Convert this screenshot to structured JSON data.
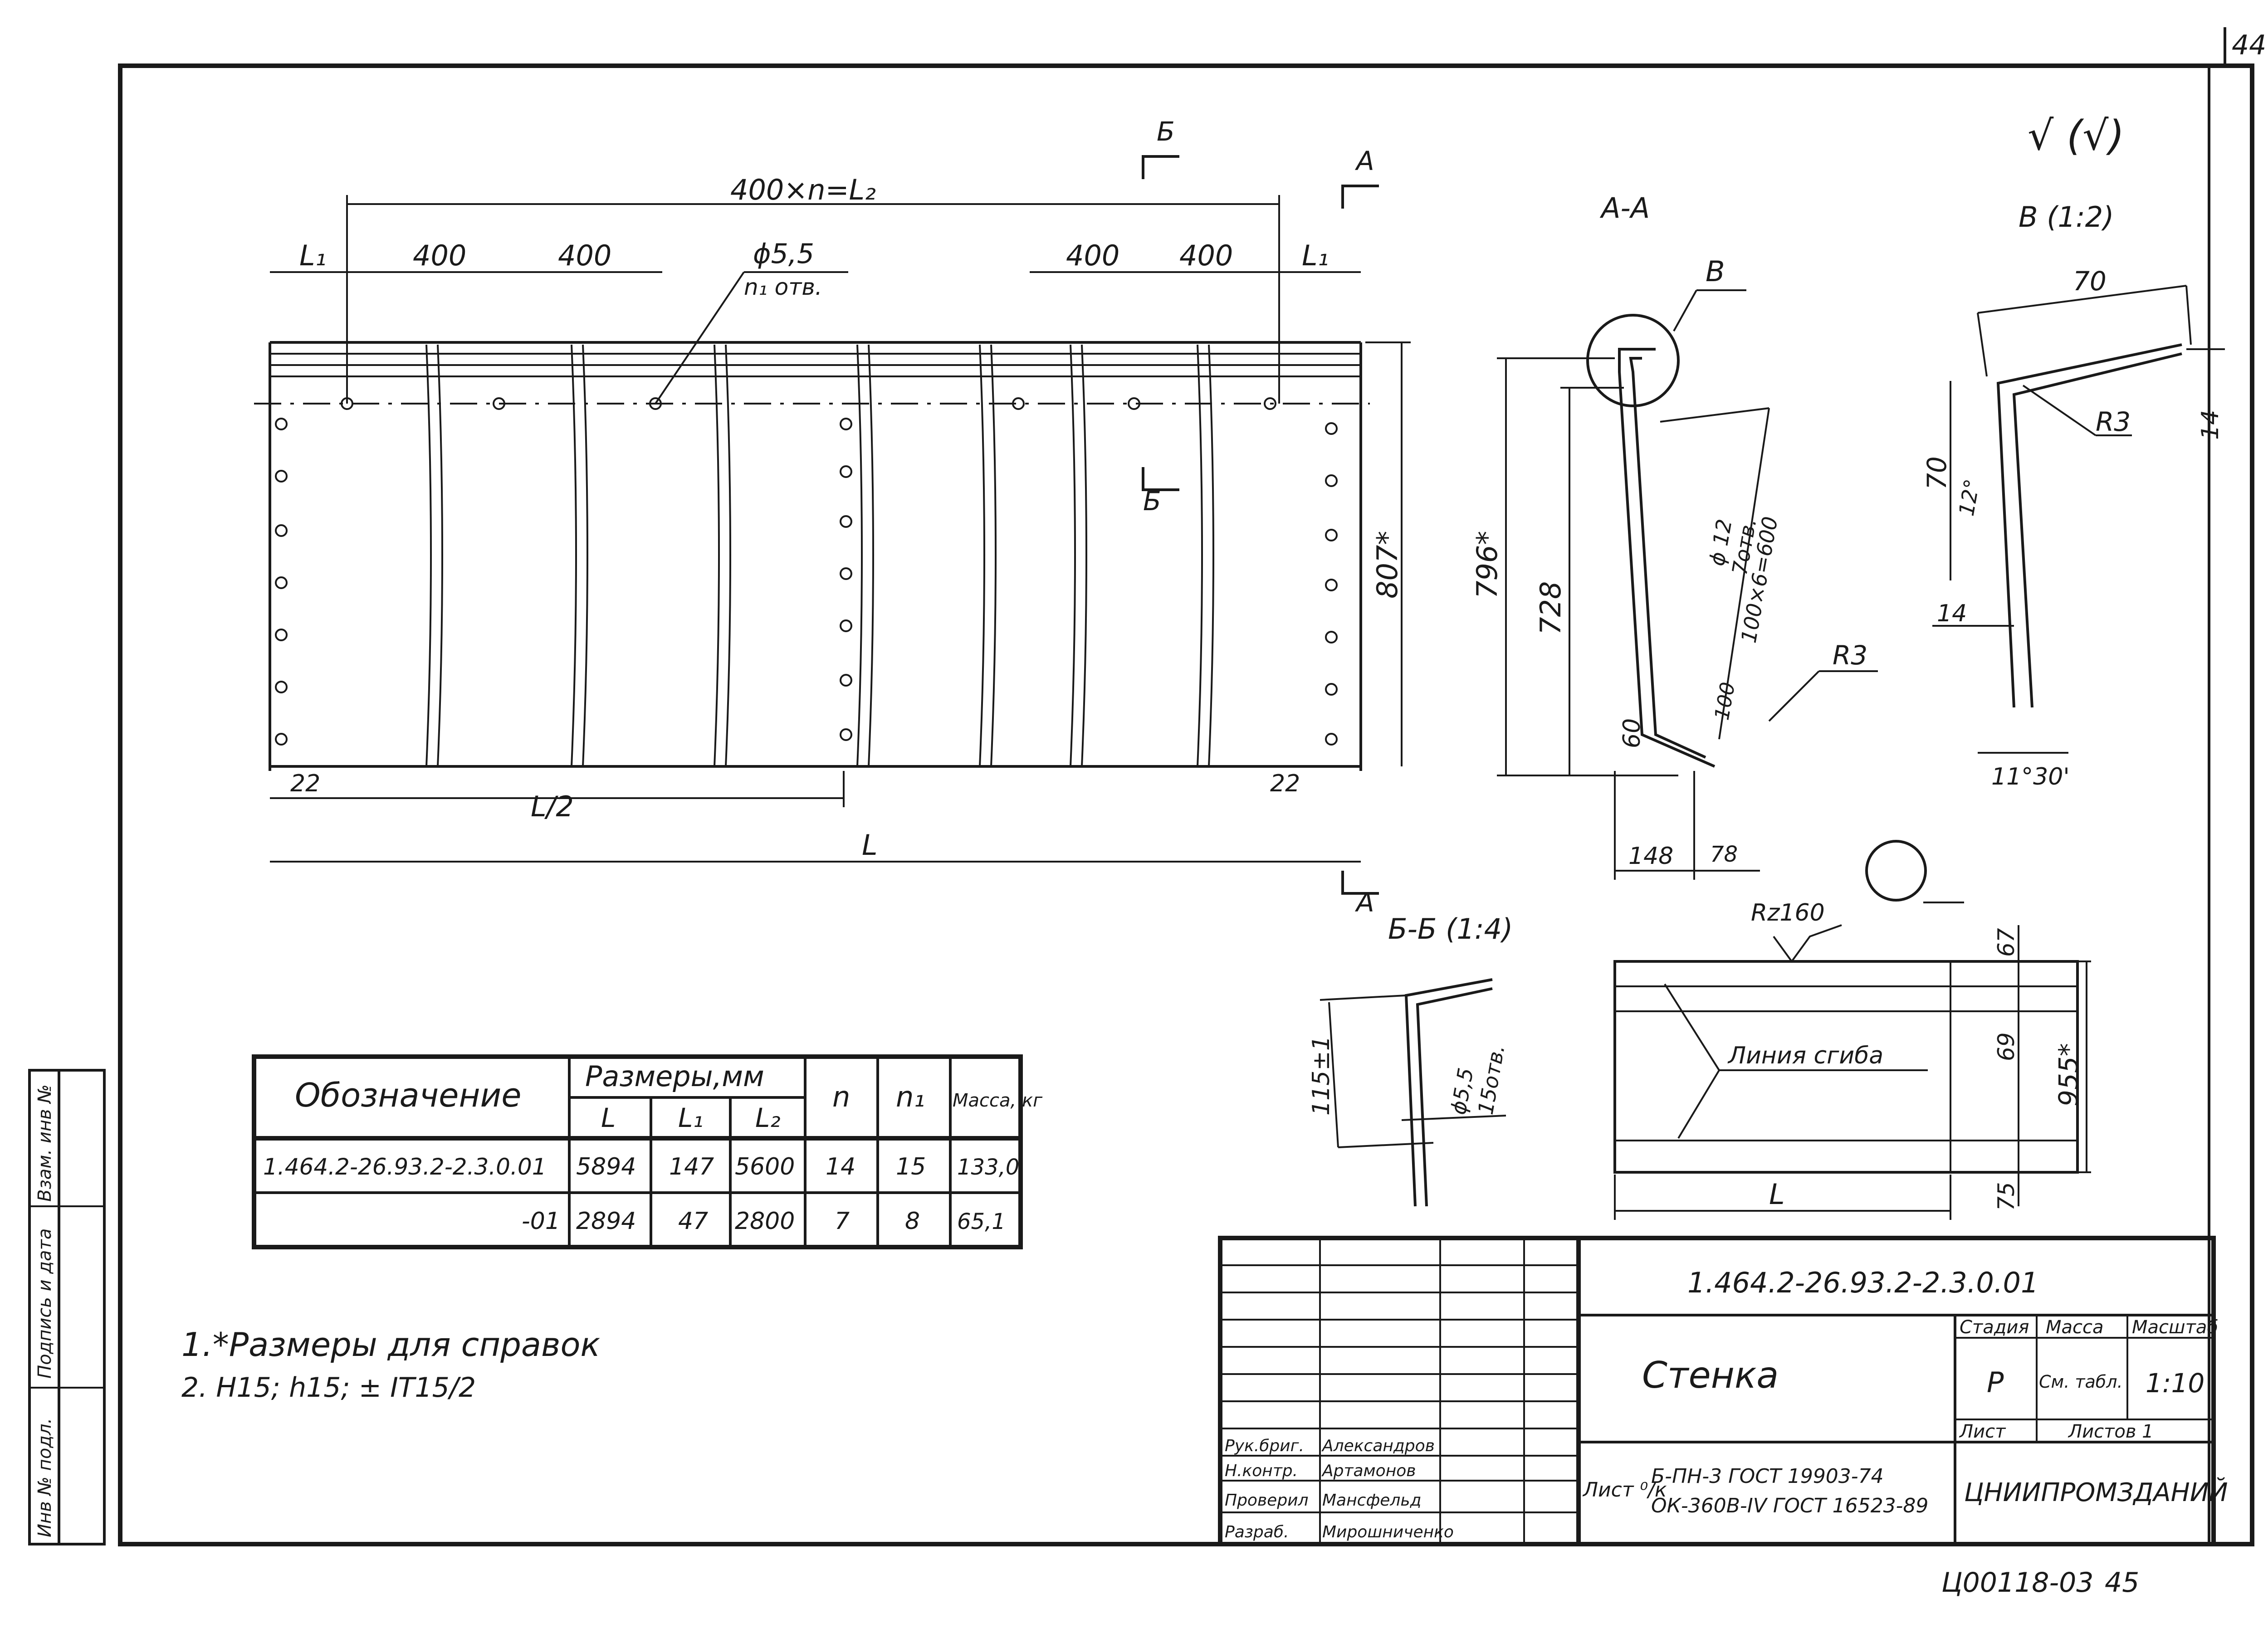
{
  "sheet_number": "44",
  "page_code": "Ц00118-03",
  "page_number": "45",
  "roughness_symbol": "√ (√)",
  "front_view": {
    "section_mark_b": "Б",
    "section_mark_a": "А",
    "dim_top": "400×n=L₂",
    "dim_l1": "L₁",
    "dim_400": "400",
    "hole_note": "ϕ5,5",
    "hole_count": "n₁ отв.",
    "dim_height": "807*",
    "dim_22": "22",
    "dim_half": "L/2",
    "dim_length": "L"
  },
  "section_aa": {
    "title": "А-А",
    "callout": "В",
    "dim_796": "796*",
    "dim_728": "728",
    "dim_60": "60",
    "dim_148": "148",
    "dim_78": "78",
    "hole_note": "ϕ 12",
    "hole_count": "7отв.",
    "pitch": "100×6=600",
    "dim_100": "100",
    "radius": "R3"
  },
  "detail_b": {
    "title": "В (1:2)",
    "dim_70_top": "70",
    "dim_14": "14",
    "radius": "R3",
    "dim_70_side": "70",
    "angle_12": "12°",
    "dim_14_lower": "14",
    "angle_bottom": "11°30'"
  },
  "section_bb": {
    "title": "Б-Б (1:4)",
    "dim_115": "115±1",
    "hole_note": "ϕ5,5",
    "hole_count": "15отв."
  },
  "blank_view": {
    "roughness": "Rz160",
    "cut_line": "Линия сгиба",
    "dim_67": "67",
    "dim_69": "69",
    "dim_955": "955*",
    "dim_75": "75",
    "dim_length": "L"
  },
  "spec_table": {
    "header_designation": "Обозначение",
    "header_sizes": "Размеры,мм",
    "header_l": "L",
    "header_l1": "L₁",
    "header_l2": "L₂",
    "header_n": "n",
    "header_n1": "n₁",
    "header_mass": "Масса, кг",
    "rows": [
      {
        "designation": "1.464.2-26.93.2-2.3.0.01",
        "l": "5894",
        "l1": "147",
        "l2": "5600",
        "n": "14",
        "n1": "15",
        "mass": "133,0"
      },
      {
        "designation": "-01",
        "l": "2894",
        "l1": "47",
        "l2": "2800",
        "n": "7",
        "n1": "8",
        "mass": "65,1"
      }
    ]
  },
  "notes": {
    "note1": "1.*Размеры для справок",
    "note2": "2. H15; h15; ± IT15/2"
  },
  "side_stamp": {
    "inv_podl": "Инв № подл.",
    "sign_date": "Подпись и дата",
    "vzam_inv": "Взам. инв №"
  },
  "title_block": {
    "designation": "1.464.2-26.93.2-2.3.0.01",
    "name": "Стенка",
    "stage_label": "Стадия",
    "stage": "Р",
    "mass_label": "Масса",
    "mass": "См. табл.",
    "scale_label": "Масштаб",
    "scale": "1:10",
    "sheet_label": "Лист",
    "sheets_label": "Листов 1",
    "material_label": "Лист ⁰/к",
    "material_1": "Б-ПН-3 ГОСТ 19903-74",
    "material_2": "ОК-360В-IV ГОСТ 16523-89",
    "organization": "ЦНИИПРОМЗДАНИЙ",
    "roles": [
      {
        "role": "Рук.бриг.",
        "name": "Александров"
      },
      {
        "role": "Н.контр.",
        "name": "Артамонов"
      },
      {
        "role": "Проверил",
        "name": "Мансфельд"
      },
      {
        "role": "Разраб.",
        "name": "Мирошниченко"
      }
    ]
  }
}
